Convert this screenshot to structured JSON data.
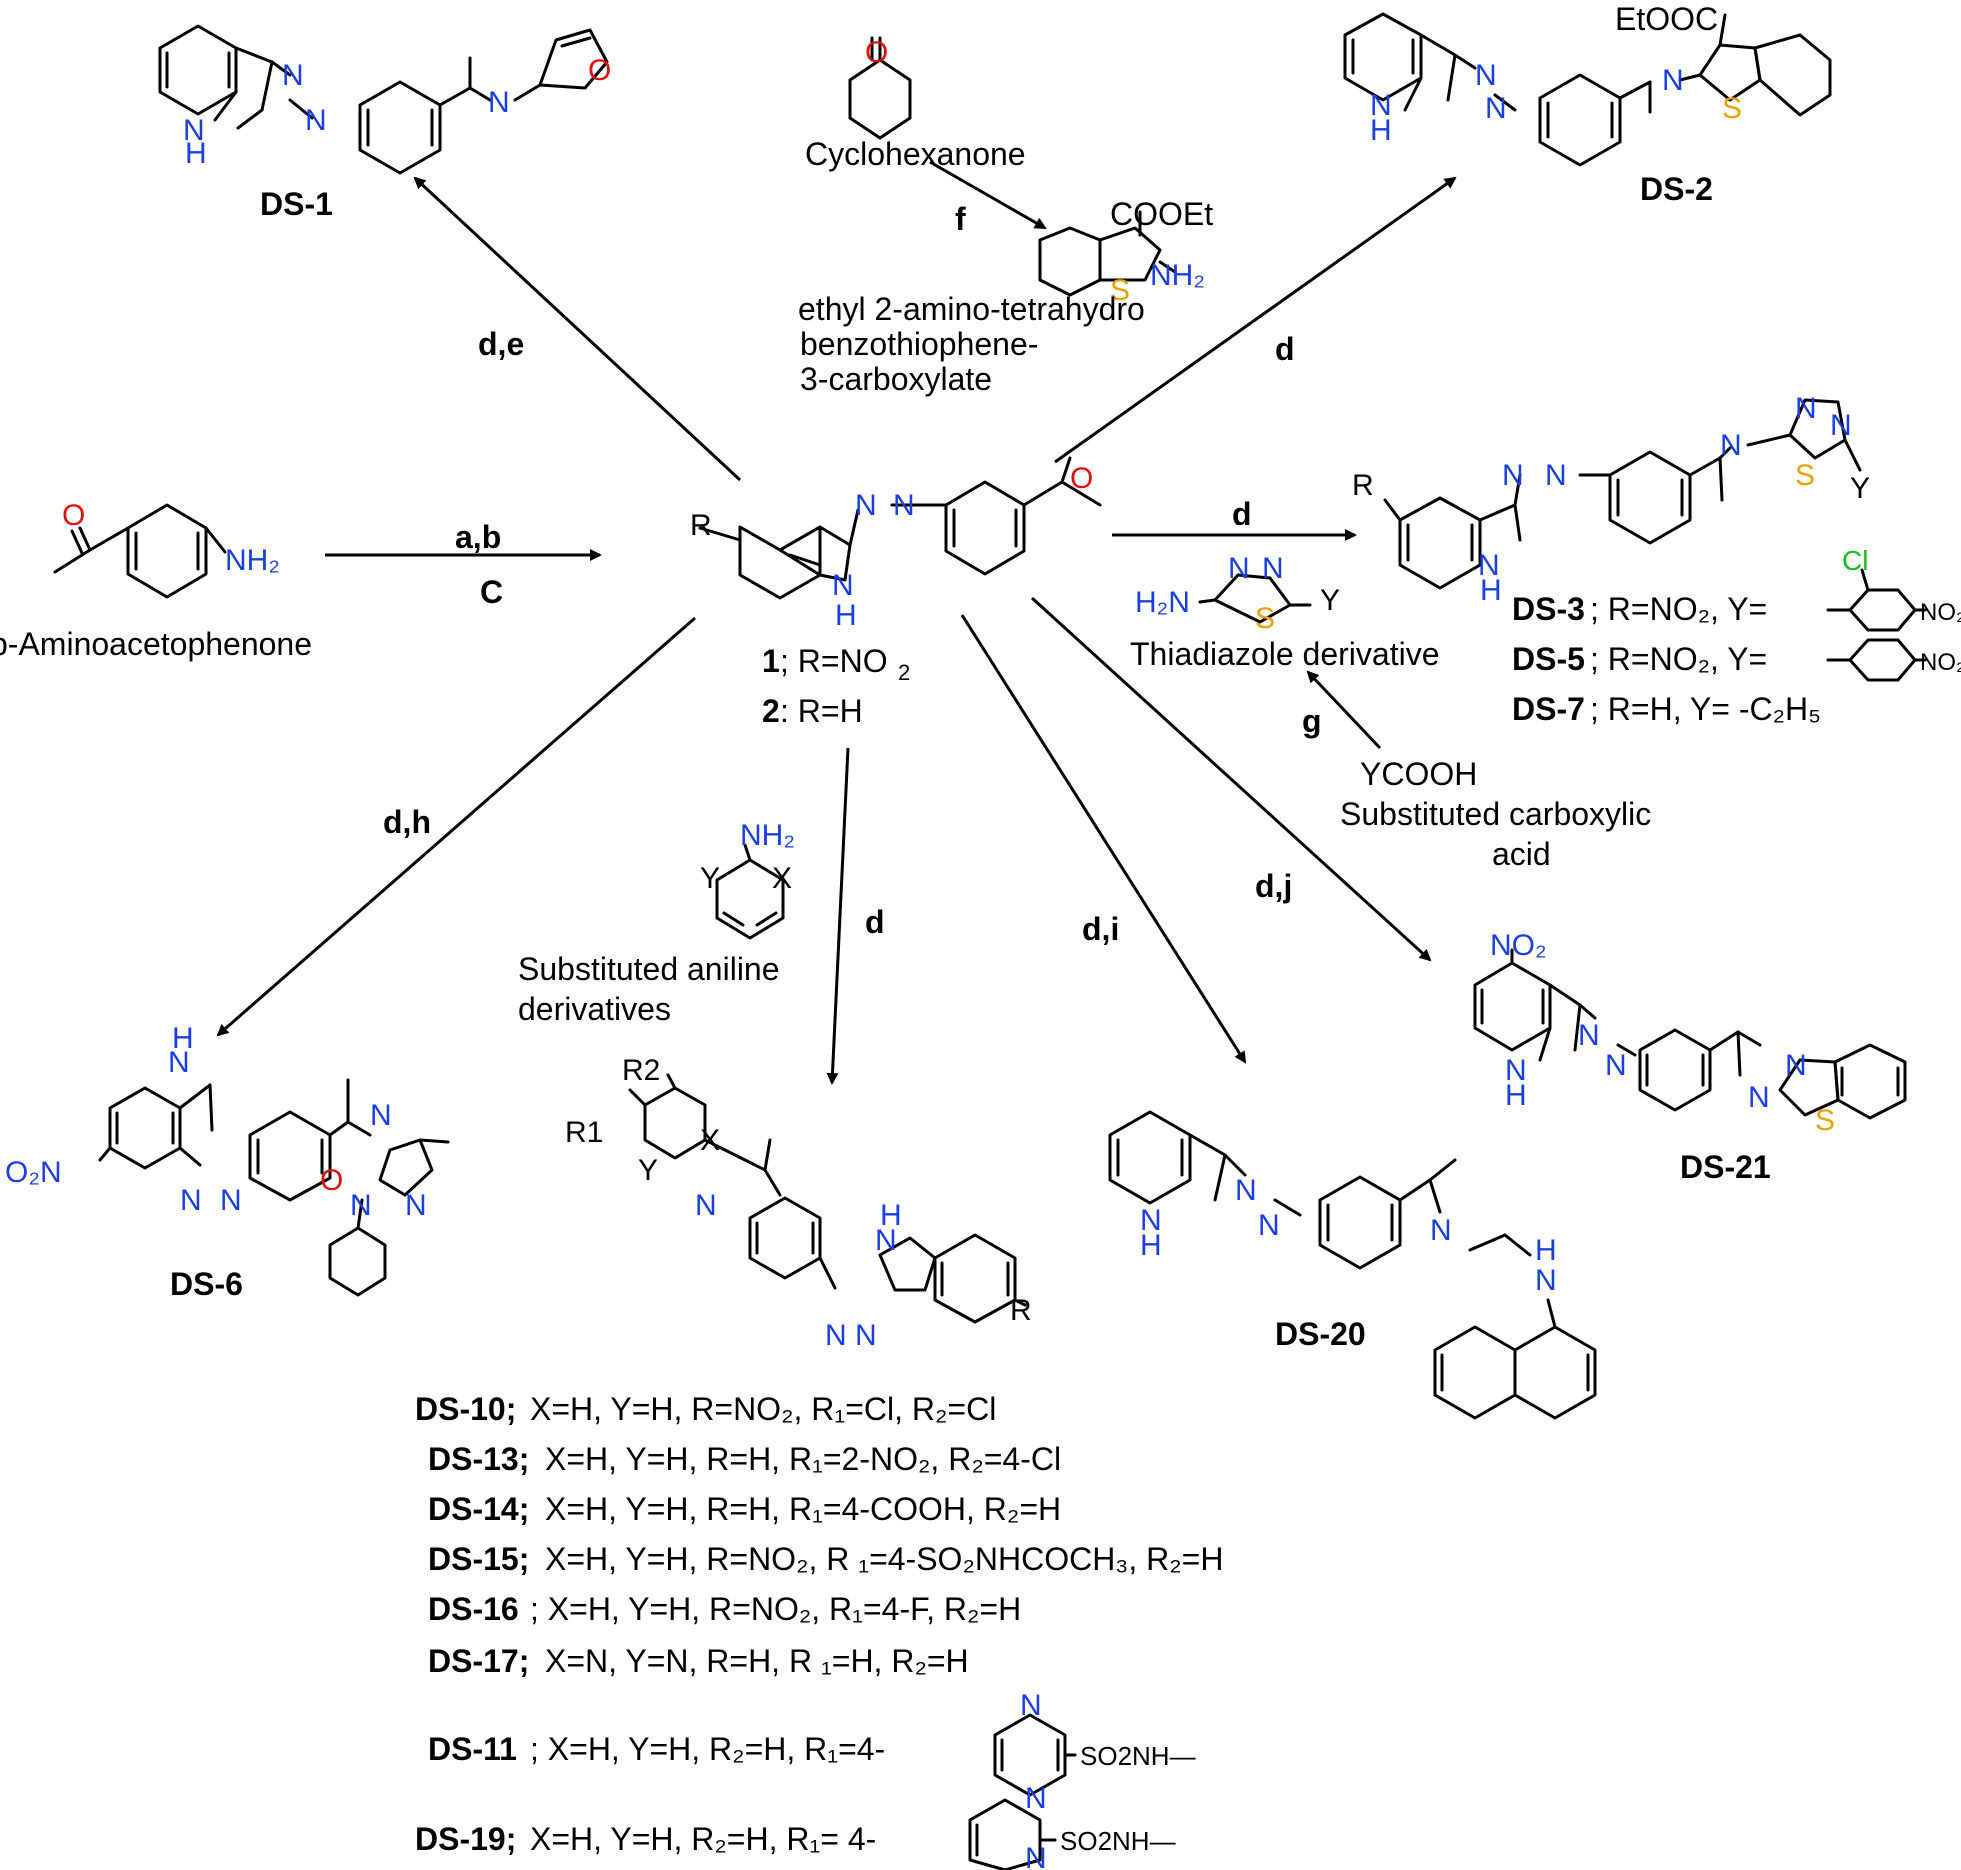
{
  "reagents": {
    "ab": "a,b",
    "C": "C",
    "de": "d,e",
    "d_ds2": "d",
    "d_ds3": "d",
    "f": "f",
    "g": "g",
    "dh": "d,h",
    "d_aniline": "d",
    "di": "d,i",
    "dj": "d,j"
  },
  "compounds": {
    "start": "p-Aminoacetophenone",
    "ds1": "DS-1",
    "ds2": "DS-2",
    "ds6": "DS-6",
    "ds20": "DS-20",
    "ds21": "DS-21",
    "central_1_num": "1",
    "central_1_rest": "; R=NO",
    "central_1_sub": "2",
    "central_2_num": "2",
    "central_2_rest": ": R=H",
    "cyclohexanone": "Cyclohexanone",
    "thiophene_l1": "ethyl 2-amino-tetrahydro",
    "thiophene_l2": "benzothiophene-",
    "thiophene_l3": "3-carboxylate",
    "thiadiazole": "Thiadiazole derivative",
    "ycooh": "YCOOH",
    "acid_l1": "Substituted carboxylic",
    "acid_l2": "acid",
    "aniline_l1": "Substituted aniline",
    "aniline_l2": "derivatives"
  },
  "ds_series_right": [
    {
      "id": "DS-3",
      "text": "; R=NO₂, Y="
    },
    {
      "id": "DS-5",
      "text": "; R=NO₂, Y="
    },
    {
      "id": "DS-7",
      "text": "; R=H, Y= -C₂H₅"
    }
  ],
  "ds_series_bottom": [
    {
      "id": "DS-10;",
      "text": " X=H, Y=H, R=NO₂, R₁=Cl, R₂=Cl"
    },
    {
      "id": "DS-13;",
      "text": "  X=H, Y=H, R=H, R₁=2-NO₂, R₂=4-Cl"
    },
    {
      "id": "DS-14;",
      "text": " X=H, Y=H, R=H, R₁=4-COOH, R₂=H"
    },
    {
      "id": "DS-15;",
      "text": " X=H, Y=H, R=NO₂, R ₁=4-SO₂NHCOCH₃, R₂=H"
    },
    {
      "id": "DS-16",
      "text": "; X=H, Y=H, R=NO₂, R₁=4-F, R₂=H"
    },
    {
      "id": "DS-17;",
      "text": " X=N, Y=N, R=H, R ₁=H, R₂=H"
    },
    {
      "id": "DS-11",
      "text": "; X=H, Y=H, R₂=H,   R₁=4-"
    },
    {
      "id": "DS-19;",
      "text": " X=H, Y=H, R₂=H, R₁= 4-"
    }
  ],
  "atoms": {
    "N": "N",
    "NH": "NH",
    "H": "H",
    "O": "O",
    "S": "S",
    "Cl": "Cl",
    "NH2": "NH₂",
    "H2N": "H₂N",
    "NO2": "NO₂",
    "O2N": "O₂N",
    "R": "R",
    "Y": "Y",
    "X": "X",
    "R1": "R1",
    "R2": "R2",
    "COOEt": "COOEt",
    "EtOOC": "EtOOC",
    "SO2NH": "SO2NH—"
  }
}
